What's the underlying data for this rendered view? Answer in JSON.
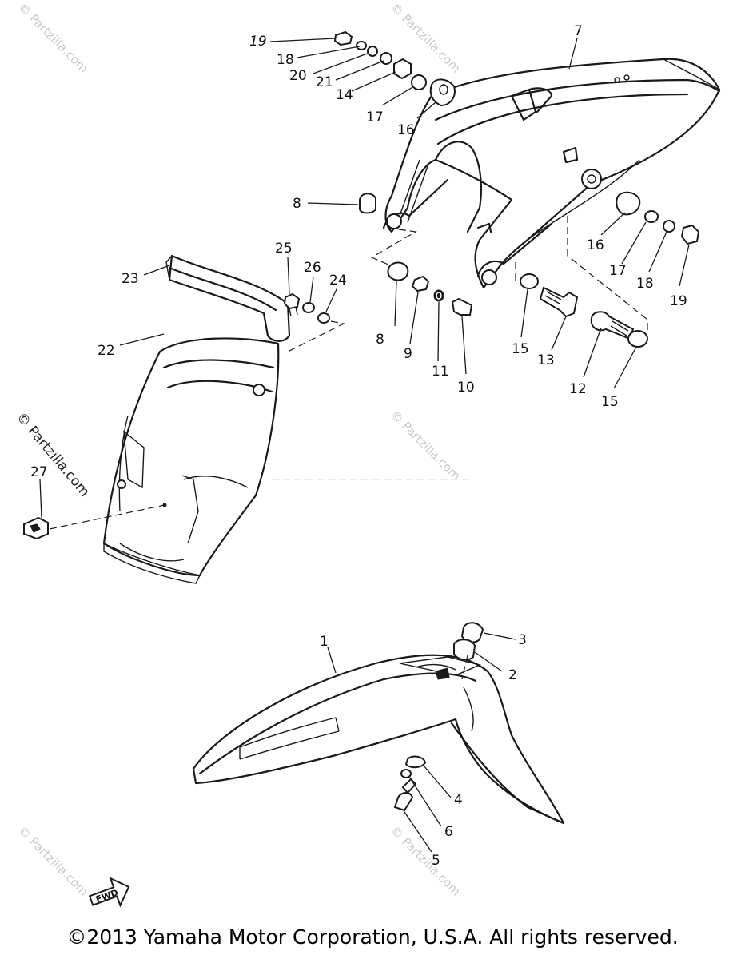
{
  "callouts": [
    "19",
    "18",
    "20",
    "21",
    "14",
    "17",
    "16",
    "7",
    "8",
    "16",
    "17",
    "18",
    "19",
    "25",
    "26",
    "24",
    "23",
    "22",
    "8",
    "9",
    "11",
    "10",
    "15",
    "13",
    "12",
    "15",
    "27",
    "1",
    "3",
    "2",
    "4",
    "6",
    "5"
  ],
  "watermark": "© Partzilla.com",
  "fwd_label": "FWD",
  "copyright": "©2013  Yamaha Motor Corporation, U.S.A. All rights reserved."
}
